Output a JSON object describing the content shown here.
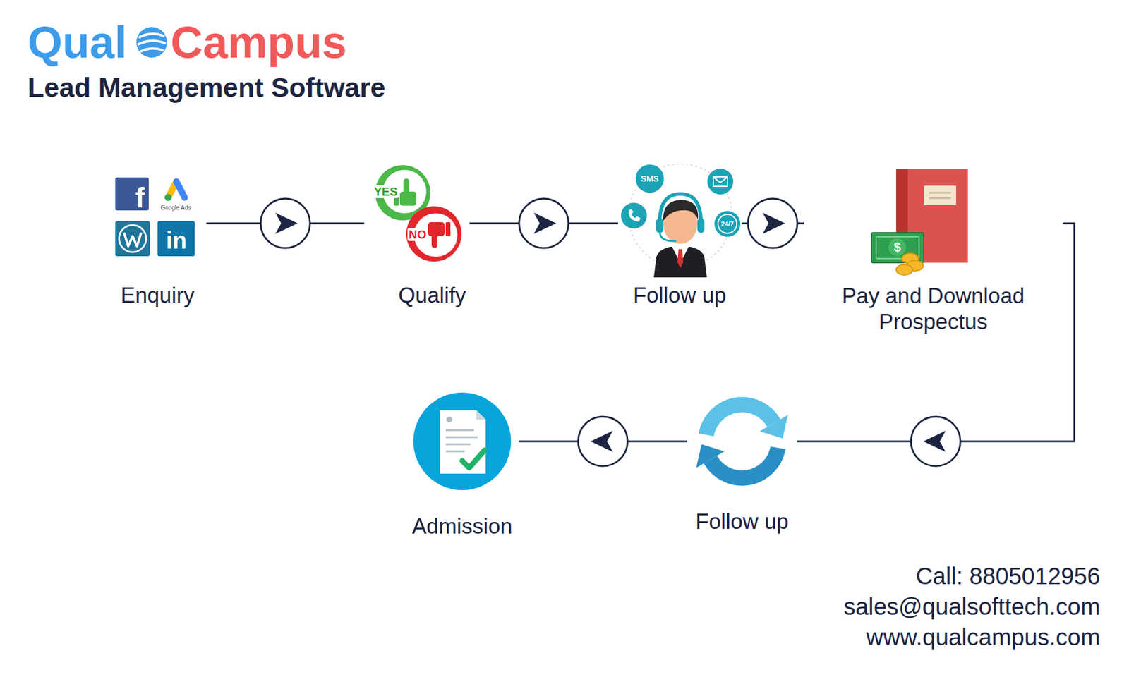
{
  "diagram": {
    "title": "Lead Management Software",
    "nodes": [
      {
        "text": [
          "Enquiry"
        ]
      },
      {
        "text": [
          "Qualify"
        ]
      },
      {
        "text": [
          "Follow up"
        ]
      },
      {
        "text": [
          "Pay and Download Prospectus"
        ]
      },
      {
        "text": [
          "Follow up"
        ]
      },
      {
        "text": [
          "Admission"
        ]
      }
    ],
    "edges": [
      {
        "from": 0,
        "to": 1,
        "arrow": "to"
      },
      {
        "from": 1,
        "to": 2,
        "arrow": "to"
      },
      {
        "from": 2,
        "to": 3,
        "arrow": "to"
      },
      {
        "from": 3,
        "to": 4,
        "arrow": "to"
      },
      {
        "from": 4,
        "to": 5,
        "arrow": "to"
      }
    ],
    "labels": [
      "Qual",
      "Campus",
      "Google Ads",
      "f",
      "in",
      "YES",
      "NO",
      "SMS",
      "24/7",
      "$",
      "Call: 8805012956",
      "sales@qualsofttech.com",
      "www.qualcampus.com"
    ]
  }
}
